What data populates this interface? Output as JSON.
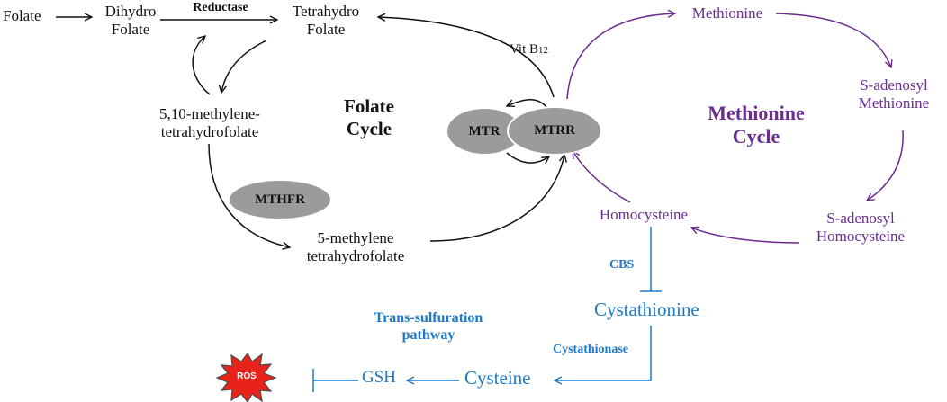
{
  "colors": {
    "folate": "#111111",
    "methionine": "#6a2c91",
    "transsulfuration": "#1f78c8",
    "enzyme": "#9b9b9b",
    "ros": "#e8231b"
  },
  "folate": {
    "folate": "Folate",
    "dihydro_line1": "Dihydro",
    "dihydro_line2": "Folate",
    "reductase": "Reductase",
    "tetrahydro_line1": "Tetrahydro",
    "tetrahydro_line2": "Folate",
    "mthf_line1": "5,10-methylene-",
    "mthf_line2": "tetrahydrofolate",
    "methyl_line1": "5-methylene",
    "methyl_line2": "tetrahydrofolate",
    "cycle_line1": "Folate",
    "cycle_line2": "Cycle",
    "vitb": "Vit B",
    "vitb_sub": "12"
  },
  "enzymes": {
    "mthfr": "MTHFR",
    "mtr": "MTR",
    "mtrr": "MTRR"
  },
  "methionine": {
    "methionine": "Methionine",
    "sam_line1": "S-adenosyl",
    "sam_line2": "Methionine",
    "sah_line1": "S-adenosyl",
    "sah_line2": "Homocysteine",
    "homocysteine": "Homocysteine",
    "cycle_line1": "Methionine",
    "cycle_line2": "Cycle"
  },
  "transsulfuration": {
    "cbs": "CBS",
    "cystathionine": "Cystathionine",
    "cystathionase": "Cystathionase",
    "cysteine": "Cysteine",
    "gsh": "GSH",
    "pathway_line1": "Trans-sulfuration",
    "pathway_line2": "pathway",
    "ros": "ROS"
  }
}
